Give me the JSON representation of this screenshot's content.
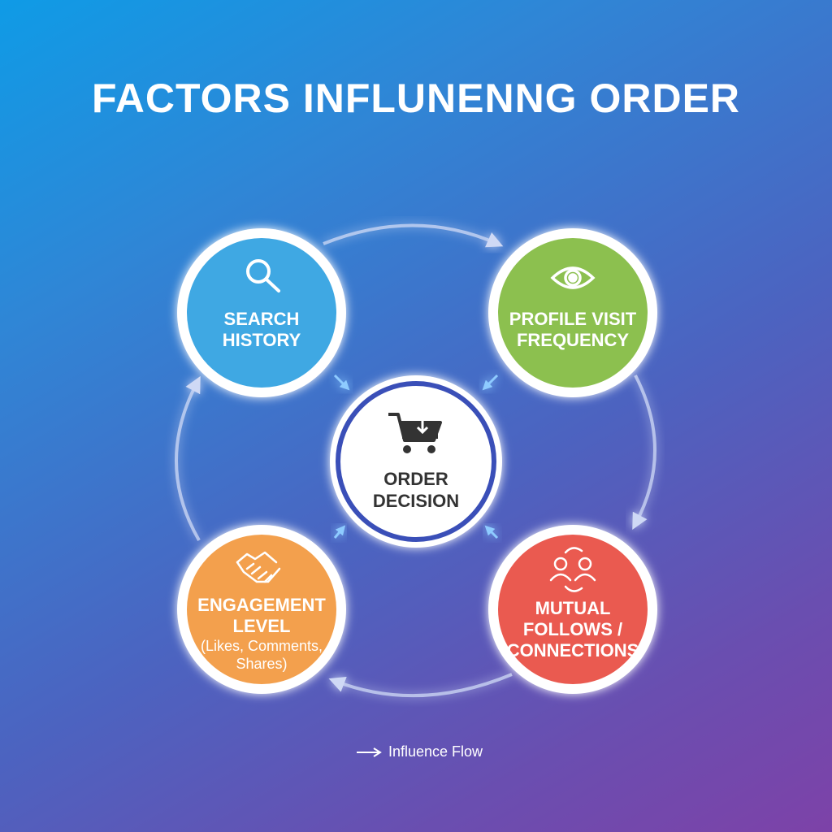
{
  "title": "FACTORS INFLUNENNG ORDER",
  "colors": {
    "search": "#3fa8e3",
    "profile": "#8cc04f",
    "engagement": "#f3a04d",
    "mutual": "#ea5a50",
    "ring": "#ffffff",
    "center_ring": "#3a4fb8"
  },
  "nodes": {
    "search": {
      "line1": "SEARCH",
      "line2": "HISTORY",
      "icon": "magnifier-icon"
    },
    "profile": {
      "line1": "PROFILE VISIT",
      "line2": "FREQUENCY",
      "icon": "eye-icon"
    },
    "engagement": {
      "line1": "ENGAGEMENT",
      "line2": "LEVEL",
      "line3": "(Likes, Comments,",
      "line4": "Shares)",
      "icon": "handshake-icon"
    },
    "mutual": {
      "line1": "MUTUAL",
      "line2": "FOLLOWS /",
      "line3": "CONNECTIONS",
      "icon": "connections-icon"
    }
  },
  "center": {
    "line1": "ORDER",
    "line2": "DECISION",
    "icon": "shopping-cart-icon"
  },
  "legend": {
    "label": "Influence Flow",
    "icon": "arrow-right-icon"
  }
}
